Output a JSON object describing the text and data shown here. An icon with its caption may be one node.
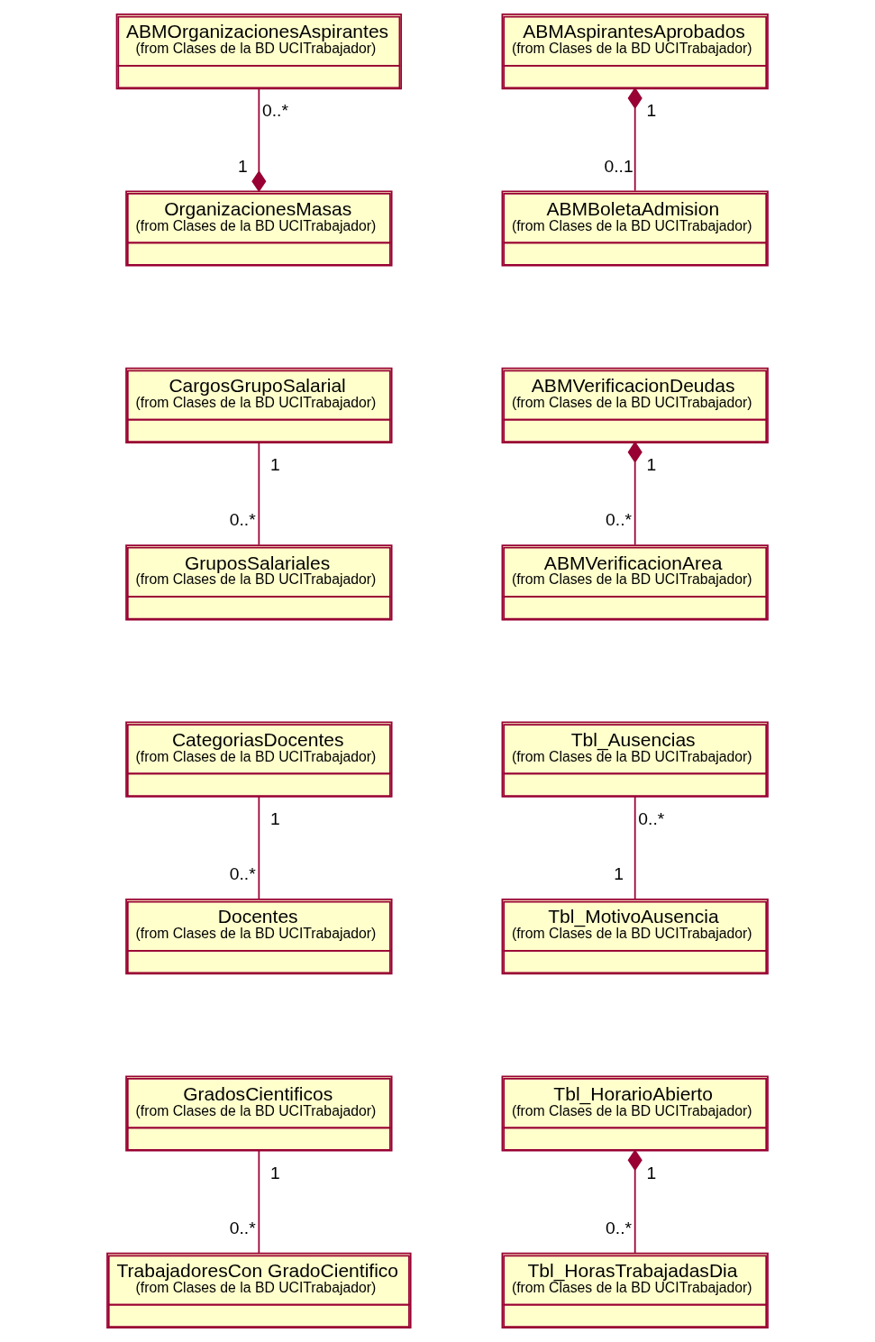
{
  "diagram": {
    "nodes": [
      {
        "text": [
          "ABMOrganizacionesAspirantes",
          "(from Clases de la BD UCITrabajador)"
        ]
      },
      {
        "text": [
          "OrganizacionesMasas",
          "(from Clases de la BD UCITrabajador)"
        ]
      },
      {
        "text": [
          "ABMAspirantesAprobados",
          "(from Clases de la BD UCITrabajador)"
        ]
      },
      {
        "text": [
          "ABMBoletaAdmision",
          "(from Clases de la BD UCITrabajador)"
        ]
      },
      {
        "text": [
          "CargosGrupoSalarial",
          "(from Clases de la BD UCITrabajador)"
        ]
      },
      {
        "text": [
          "GruposSalariales",
          "(from Clases de la BD UCITrabajador)"
        ]
      },
      {
        "text": [
          "ABMVerificacionDeudas",
          "(from Clases de la BD UCITrabajador)"
        ]
      },
      {
        "text": [
          "ABMVerificacionArea",
          "(from Clases de la BD UCITrabajador)"
        ]
      },
      {
        "text": [
          "CategoriasDocentes",
          "(from Clases de la BD UCITrabajador)"
        ]
      },
      {
        "text": [
          "Docentes",
          "(from Clases de la BD UCITrabajador)"
        ]
      },
      {
        "text": [
          "Tbl_Ausencias",
          "(from Clases de la BD UCITrabajador)"
        ]
      },
      {
        "text": [
          "Tbl_MotivoAusencia",
          "(from Clases de la BD UCITrabajador)"
        ]
      },
      {
        "text": [
          "GradosCientificos",
          "(from Clases de la BD UCITrabajador)"
        ]
      },
      {
        "text": [
          "TrabajadoresCon GradoCientifico",
          "(from Clases de la BD UCITrabajador)"
        ]
      },
      {
        "text": [
          "Tbl_HorarioAbierto",
          "(from Clases de la BD UCITrabajador)"
        ]
      },
      {
        "text": [
          "Tbl_HorasTrabajadasDia",
          "(from Clases de la BD UCITrabajador)"
        ]
      }
    ],
    "edges": [
      {
        "from": 0,
        "to": 1,
        "arrow": "other"
      },
      {
        "from": 3,
        "to": 2,
        "arrow": "other"
      },
      {
        "from": 4,
        "to": 5,
        "arrow": "none"
      },
      {
        "from": 7,
        "to": 6,
        "arrow": "other"
      },
      {
        "from": 8,
        "to": 9,
        "arrow": "none"
      },
      {
        "from": 10,
        "to": 11,
        "arrow": "none"
      },
      {
        "from": 12,
        "to": 13,
        "arrow": "none"
      },
      {
        "from": 15,
        "to": 14,
        "arrow": "other"
      }
    ],
    "labels": [
      "0..*",
      "1",
      "1",
      "0..1",
      "1",
      "0..*",
      "1",
      "0..*",
      "1",
      "0..*",
      "0..*",
      "1",
      "1",
      "0..*",
      "1",
      "0..*"
    ]
  }
}
